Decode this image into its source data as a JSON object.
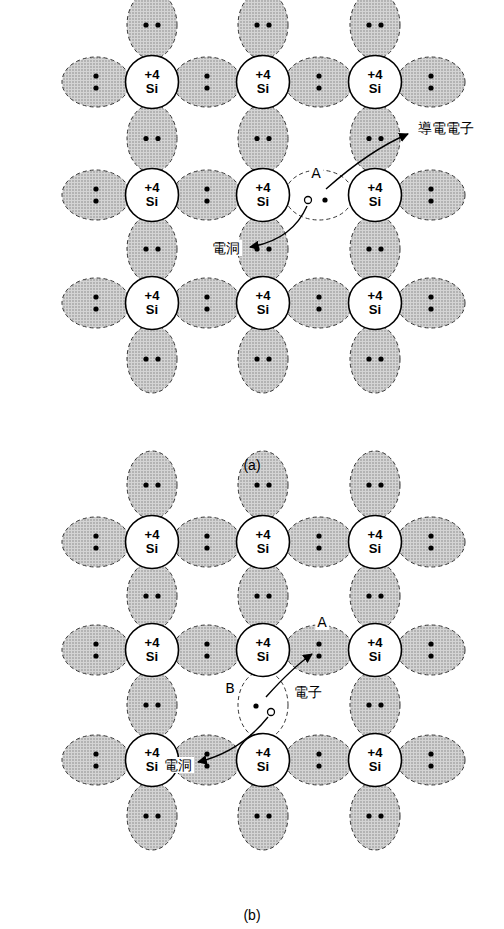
{
  "diagram": {
    "nodes": [
      {
        "text": [
          "+4",
          "Si"
        ]
      },
      {
        "text": [
          "+4",
          "Si"
        ]
      },
      {
        "text": [
          "+4",
          "Si"
        ]
      },
      {
        "text": [
          "+4",
          "Si"
        ]
      },
      {
        "text": [
          "+4",
          "Si"
        ]
      },
      {
        "text": [
          "+4",
          "Si"
        ]
      },
      {
        "text": [
          "+4",
          "Si"
        ]
      },
      {
        "text": [
          "+4",
          "Si"
        ]
      },
      {
        "text": [
          "+4",
          "Si"
        ]
      },
      {
        "text": [
          "+4",
          "Si"
        ]
      },
      {
        "text": [
          "+4",
          "Si"
        ]
      },
      {
        "text": [
          "+4",
          "Si"
        ]
      },
      {
        "text": [
          "+4",
          "Si"
        ]
      },
      {
        "text": [
          "+4",
          "Si"
        ]
      },
      {
        "text": [
          "+4",
          "Si"
        ]
      },
      {
        "text": [
          "+4",
          "Si"
        ]
      },
      {
        "text": [
          "+4",
          "Si"
        ]
      },
      {
        "text": [
          "+4",
          "Si"
        ]
      }
    ],
    "labels": [
      "導電電子",
      "A",
      "電洞",
      "(a)",
      "A",
      "B",
      "電洞",
      "電子",
      "(b)"
    ]
  }
}
